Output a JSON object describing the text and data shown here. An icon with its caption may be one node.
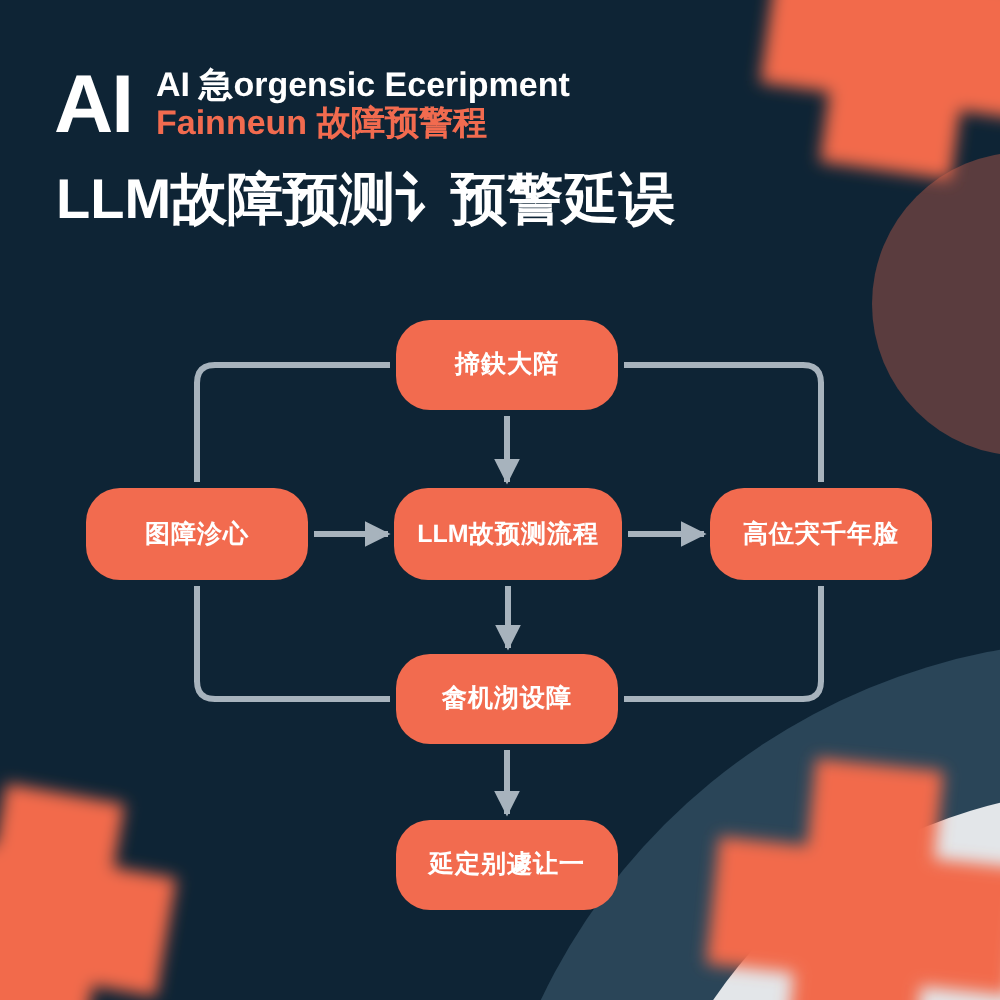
{
  "diagram": {
    "title": "LLM故障预测讠预警延误",
    "nodes": [
      {
        "text": [
          "揥鈌大陪"
        ]
      },
      {
        "text": [
          "图障沴心"
        ]
      },
      {
        "text": [
          "LLM故预测流程"
        ]
      },
      {
        "text": [
          "高位宊千年脸"
        ]
      },
      {
        "text": [
          "畲机沏设障"
        ]
      },
      {
        "text": [
          "延定别遽让一"
        ]
      }
    ],
    "edges": [
      {
        "from": 0,
        "to": 2,
        "arrow": "to"
      },
      {
        "from": 1,
        "to": 2,
        "arrow": "to"
      },
      {
        "from": 2,
        "to": 3,
        "arrow": "to"
      },
      {
        "from": 2,
        "to": 4,
        "arrow": "to"
      },
      {
        "from": 4,
        "to": 5,
        "arrow": "to"
      },
      {
        "from": 0,
        "to": 1,
        "arrow": "none"
      },
      {
        "from": 0,
        "to": 3,
        "arrow": "none"
      },
      {
        "from": 1,
        "to": 4,
        "arrow": "none"
      },
      {
        "from": 3,
        "to": 4,
        "arrow": "none"
      }
    ],
    "labels": [
      "AI",
      "AI 急orgensic Eceripment",
      "Fainneun 故障预警程"
    ]
  }
}
